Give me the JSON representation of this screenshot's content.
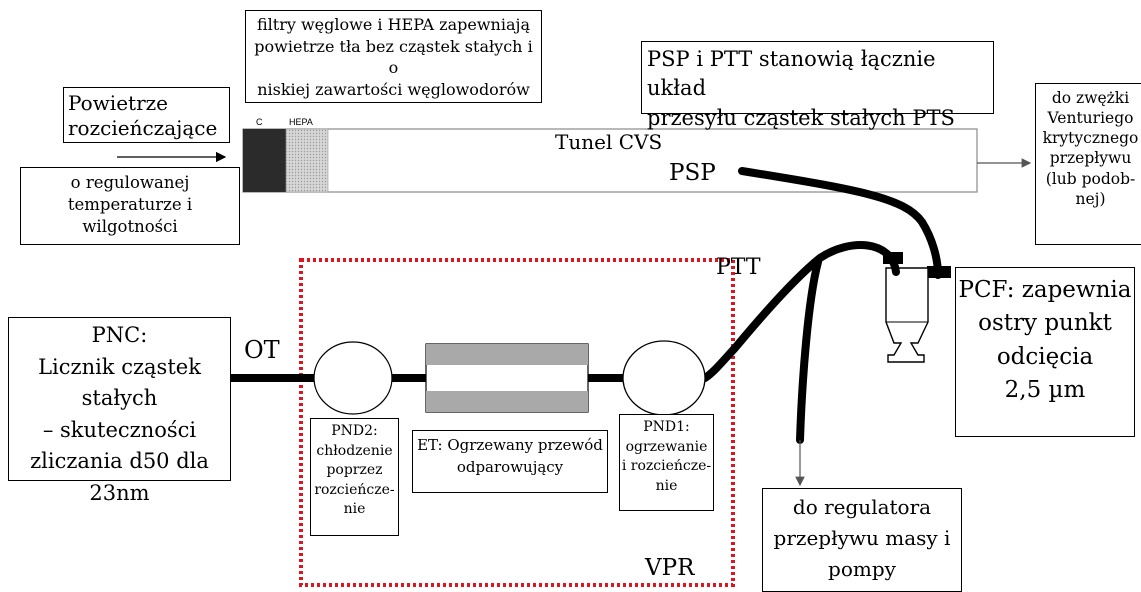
{
  "air_box": {
    "lines": [
      "Powietrze",
      "rozcieńczające"
    ]
  },
  "conditioning_box": {
    "lines": [
      "o regulowanej",
      "temperaturze i",
      "wilgotności"
    ]
  },
  "filters_box": {
    "lines": [
      "filtry węglowe i HEPA zapewniają",
      "powietrze tła bez cząstek stałych i o",
      "niskiej zawartości węglowodorów"
    ]
  },
  "filter_labels": {
    "carbon": "C",
    "hepa": "HEPA"
  },
  "pts_box": {
    "lines": [
      "PSP i PTT stanowią łącznie układ",
      "przesyłu cząstek stałych PTS"
    ]
  },
  "venturi_box": {
    "lines": [
      "do zwężki",
      "Venturiego",
      "krytycznego",
      "przepływu",
      "(lub podob-",
      "nej)"
    ]
  },
  "tunnel": {
    "label": "Tunel CVS"
  },
  "labels": {
    "psp": "PSP",
    "ptt": "PTT",
    "ot": "OT",
    "vpr": "VPR"
  },
  "pnc_box": {
    "lines": [
      "PNC:",
      "Licznik cząstek stałych",
      "– skuteczności",
      "zliczania d50 dla",
      "23nm"
    ]
  },
  "pcf_box": {
    "lines": [
      "PCF: zapewnia",
      "ostry punkt",
      "odcięcia",
      "2,5 µm"
    ]
  },
  "pnd2_box": {
    "lines": [
      "PND2:",
      "chłodzenie",
      "poprzez",
      "rozcieńcze-",
      "nie"
    ]
  },
  "et_box": {
    "lines": [
      "ET: Ogrzewany przewód",
      "odparowujący"
    ]
  },
  "pnd1_box": {
    "lines": [
      "PND1:",
      "ogrzewanie",
      "i rozcieńcze-",
      "nie"
    ]
  },
  "mass_flow_box": {
    "lines": [
      "do regulatora",
      "przepływu masy i",
      "pompy"
    ]
  },
  "colors": {
    "vpr_border": "#e0141e",
    "carbon_filter": "#2b2b2b",
    "hepa_filter": "#d4d4d4",
    "evaporator_band": "#a9a9a9",
    "lines": "#000000"
  }
}
